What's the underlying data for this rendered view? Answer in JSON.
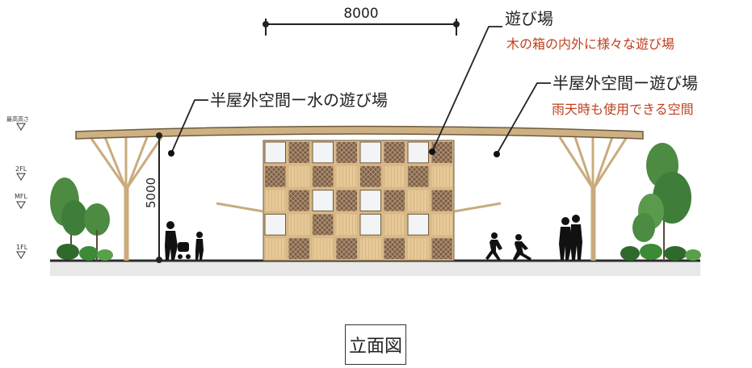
{
  "dimensions": {
    "width_label": "8000",
    "height_label": "5000"
  },
  "levels": [
    {
      "id": "top",
      "label": "最高高さ"
    },
    {
      "id": "2fl",
      "label": "2FL"
    },
    {
      "id": "mfl",
      "label": "MFL"
    },
    {
      "id": "1fl",
      "label": "1FL"
    }
  ],
  "annotations": {
    "center": {
      "title": "遊び場",
      "subtitle": "木の箱の内外に様々な遊び場"
    },
    "left": {
      "title": "半屋外空間ー水の遊び場"
    },
    "right": {
      "title": "半屋外空間ー遊び場",
      "subtitle": "雨天時も使用できる空間"
    }
  },
  "caption": "立面図",
  "colors": {
    "accent_text": "#c0401e",
    "roof": "#c9ab7c",
    "wood_light": "#e3c594",
    "wood_dark": "#8a6a4f",
    "tree_green": "#3f7d3a",
    "ground": "#2b2b2b"
  }
}
